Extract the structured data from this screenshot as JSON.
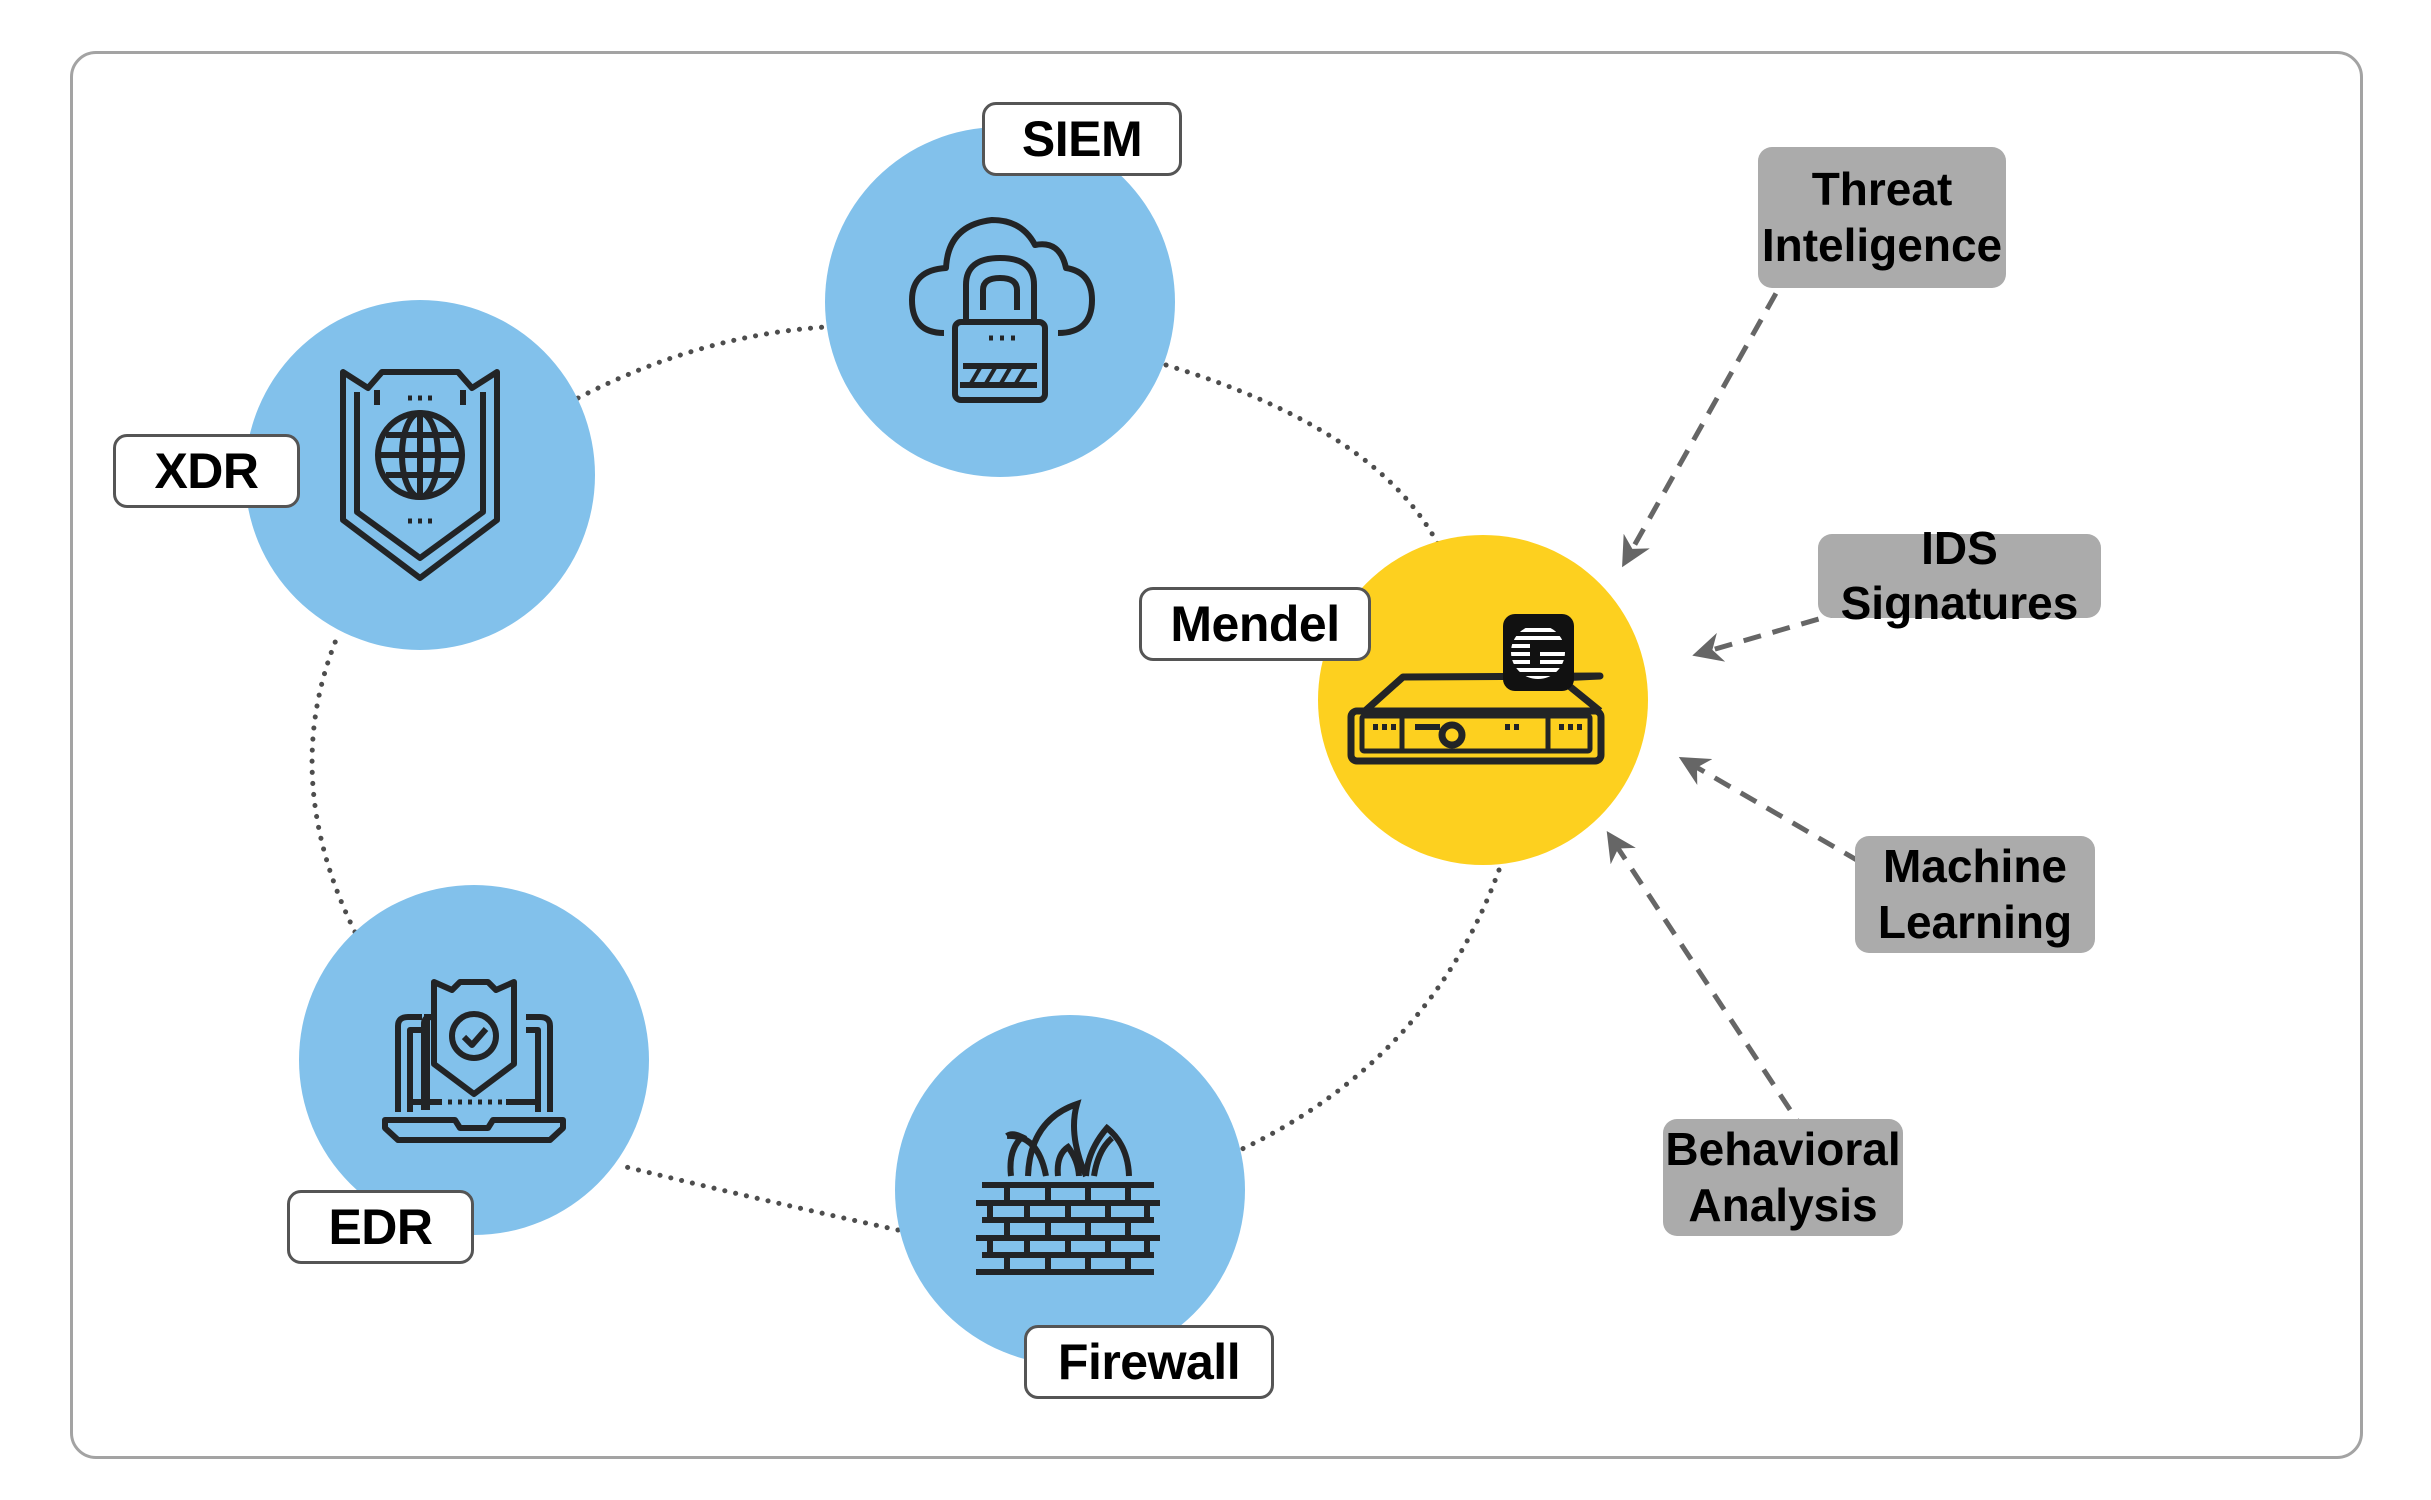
{
  "diagram": {
    "colors": {
      "security_node": "#82c1eb",
      "core_node": "#fdd01f",
      "source_box": "#ababab",
      "ring_dots": "#4d4d4d",
      "arrows": "#666666",
      "icon_stroke": "#222426"
    },
    "ring_nodes": [
      {
        "id": "siem",
        "label": "SIEM",
        "icon": "cloud-lock-icon"
      },
      {
        "id": "xdr",
        "label": "XDR",
        "icon": "shield-globe-icon"
      },
      {
        "id": "edr",
        "label": "EDR",
        "icon": "laptop-shield-icon"
      },
      {
        "id": "firewall",
        "label": "Firewall",
        "icon": "firewall-icon"
      }
    ],
    "core_node": {
      "id": "mendel",
      "label": "Mendel",
      "icon": "server-appliance-icon",
      "badge": "G"
    },
    "sources": [
      {
        "id": "threat-intelligence",
        "lines": [
          "Threat",
          "Inteligence"
        ]
      },
      {
        "id": "ids-signatures",
        "lines": [
          "IDS Signatures"
        ]
      },
      {
        "id": "machine-learning",
        "lines": [
          "Machine",
          "Learning"
        ]
      },
      {
        "id": "behavioral-analysis",
        "lines": [
          "Behavioral",
          "Analysis"
        ]
      }
    ],
    "ring_connections": [
      [
        "xdr",
        "siem"
      ],
      [
        "siem",
        "mendel"
      ],
      [
        "mendel",
        "firewall"
      ],
      [
        "firewall",
        "edr"
      ],
      [
        "edr",
        "xdr"
      ]
    ],
    "feeds": [
      {
        "from": "threat-intelligence",
        "to": "mendel"
      },
      {
        "from": "ids-signatures",
        "to": "mendel"
      },
      {
        "from": "machine-learning",
        "to": "mendel"
      },
      {
        "from": "behavioral-analysis",
        "to": "mendel"
      }
    ]
  }
}
